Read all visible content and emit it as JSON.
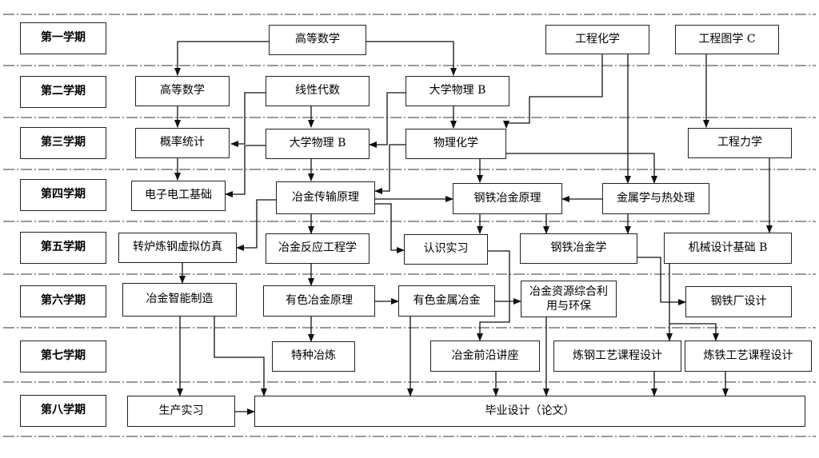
{
  "semesters": [
    {
      "label": "第一学期"
    },
    {
      "label": "第二学期"
    },
    {
      "label": "第三学期"
    },
    {
      "label": "第四学期"
    },
    {
      "label": "第五学期"
    },
    {
      "label": "第六学期"
    },
    {
      "label": "第七学期"
    },
    {
      "label": "第八学期"
    }
  ],
  "courses": {
    "s1_math": "高等数学",
    "s1_chem": "工程化学",
    "s1_draw": "工程图学 C",
    "s2_math": "高等数学",
    "s2_linalg": "线性代数",
    "s2_phys": "大学物理 B",
    "s3_prob": "概率统计",
    "s3_phys": "大学物理 B",
    "s3_pchem": "物理化学",
    "s3_mech": "工程力学",
    "s4_elec": "电子电工基础",
    "s4_trans": "冶金传输原理",
    "s4_ironsteel": "钢铁冶金原理",
    "s4_metal": "金属学与热处理",
    "s5_converter": "转炉炼钢虚拟仿真",
    "s5_reaction": "冶金反应工程学",
    "s5_intern": "认识实习",
    "s5_steelmet": "钢铁冶金学",
    "s5_machine": "机械设计基础 B",
    "s6_smart": "冶金智能制造",
    "s6_nonferrous_p": "有色冶金原理",
    "s6_nonferrous": "有色金属冶金",
    "s6_resource": "冶金资源综合利用与环保",
    "s6_plant": "钢铁厂设计",
    "s7_special": "特种冶炼",
    "s7_frontier": "冶金前沿讲座",
    "s7_steelmaking": "炼钢工艺课程设计",
    "s7_ironmaking": "炼铁工艺课程设计",
    "s8_practice": "生产实习",
    "s8_thesis": "毕业设计（论文）"
  }
}
